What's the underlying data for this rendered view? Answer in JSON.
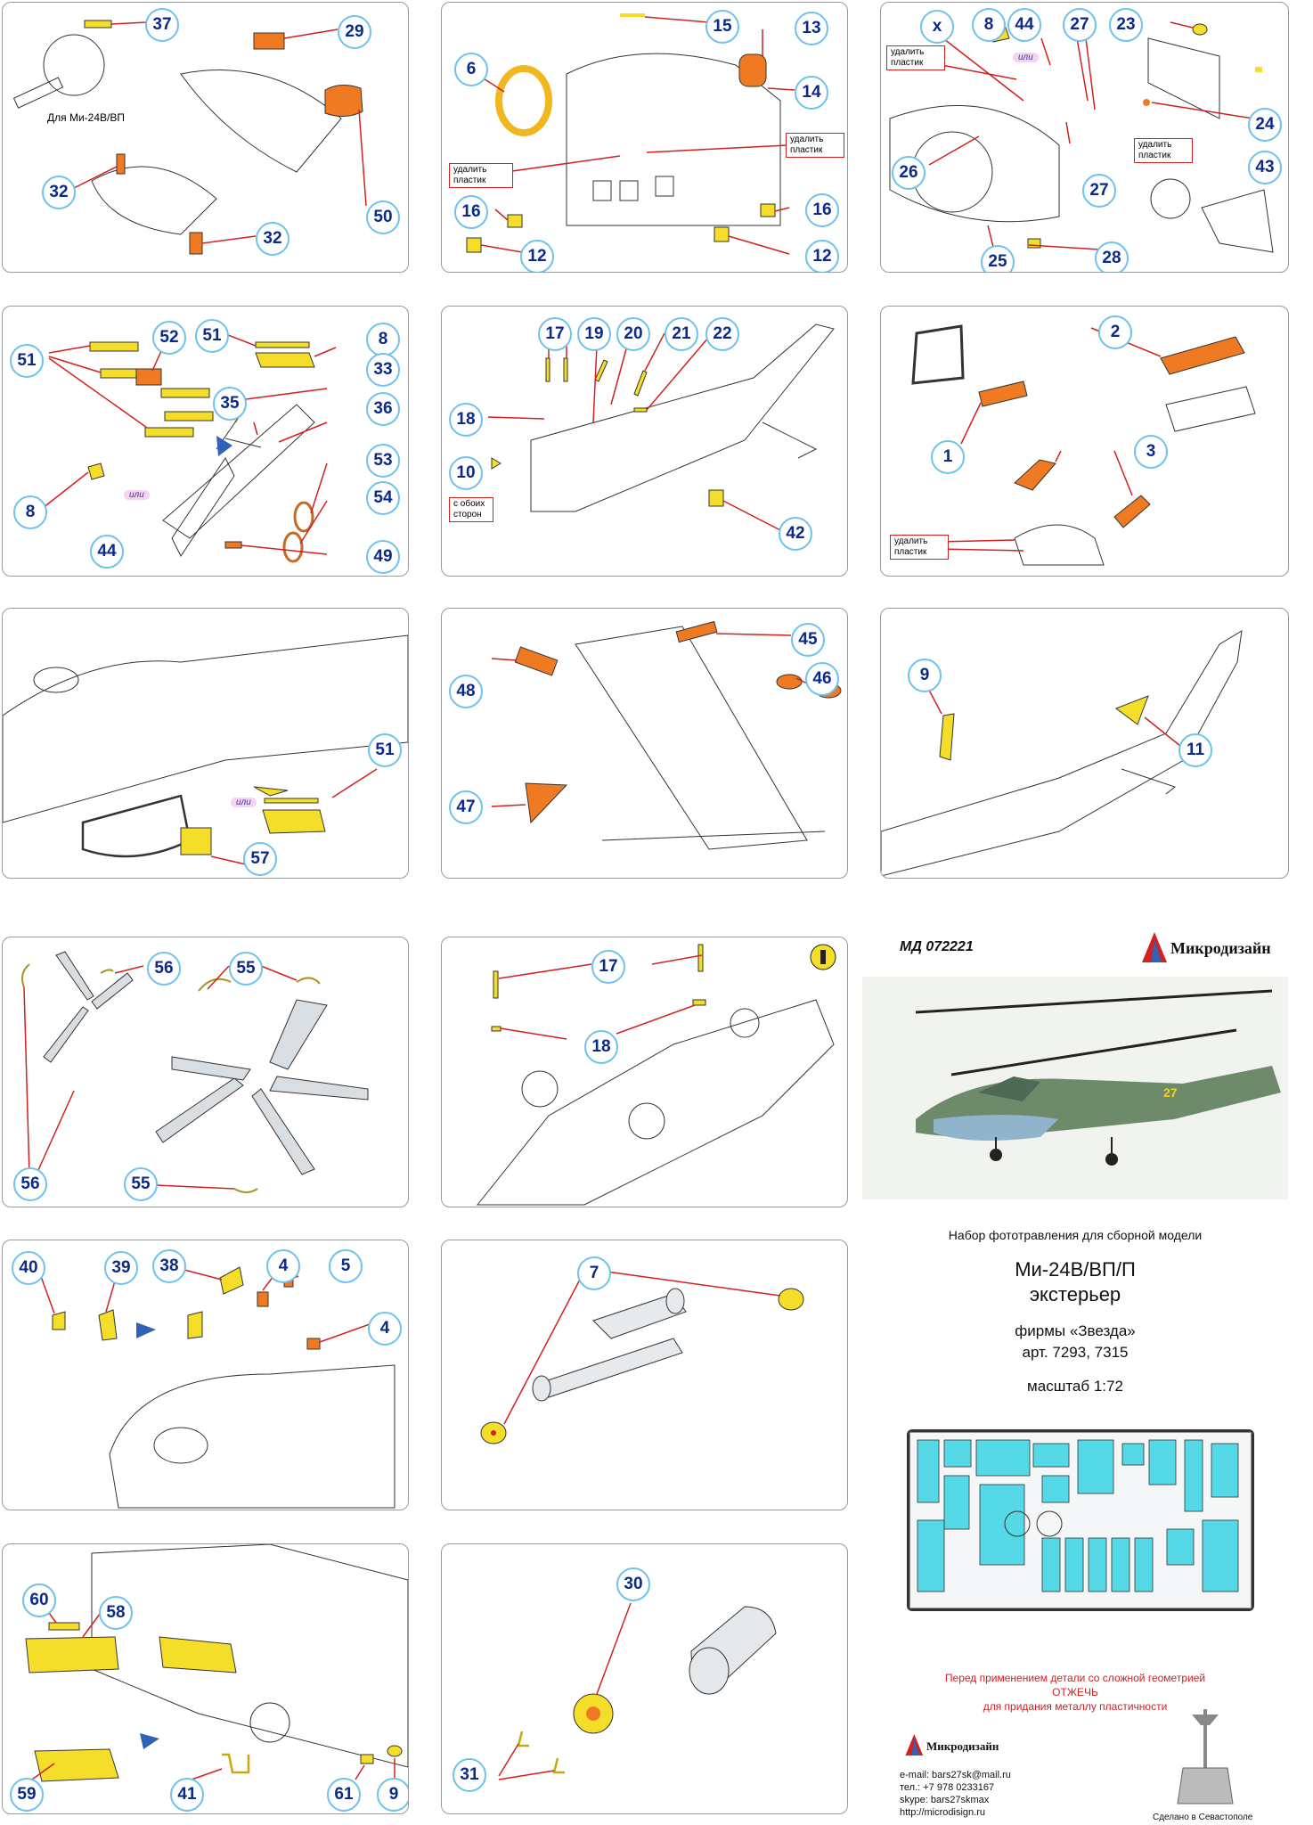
{
  "panels": {
    "p1": {
      "numbers": [
        "37",
        "29",
        "32",
        "50",
        "32"
      ],
      "caption": "Для Ми-24В/ВП"
    },
    "p2": {
      "numbers": [
        "15",
        "13",
        "6",
        "14",
        "16",
        "12",
        "16",
        "12"
      ],
      "remove": [
        "удалить пластик",
        "удалить пластик"
      ]
    },
    "p3": {
      "numbers": [
        "x",
        "8",
        "44",
        "27",
        "23",
        "24",
        "26",
        "43",
        "27",
        "25",
        "28"
      ],
      "remove": [
        "удалить пластик",
        "удалить пластик"
      ],
      "ili": "или"
    },
    "p4": {
      "numbers": [
        "51",
        "52",
        "51",
        "8",
        "33",
        "35",
        "36",
        "53",
        "54",
        "49",
        "8",
        "44"
      ],
      "ili": "или"
    },
    "p5": {
      "numbers": [
        "17",
        "19",
        "20",
        "21",
        "22",
        "18",
        "10",
        "42"
      ],
      "note": "с обоих сторон"
    },
    "p6": {
      "numbers": [
        "2",
        "1",
        "3"
      ],
      "remove": "удалить пластик"
    },
    "p7": {
      "numbers": [
        "51",
        "57"
      ],
      "ili": "или"
    },
    "p8": {
      "numbers": [
        "45",
        "48",
        "46",
        "47"
      ]
    },
    "p9": {
      "numbers": [
        "9",
        "11"
      ]
    },
    "p10": {
      "numbers": [
        "56",
        "55",
        "56",
        "55"
      ]
    },
    "p11": {
      "numbers": [
        "17",
        "18"
      ]
    },
    "p12": {
      "numbers": [
        "40",
        "39",
        "38",
        "4",
        "5",
        "4"
      ]
    },
    "p13": {
      "numbers": [
        "7"
      ]
    },
    "p14": {
      "numbers": [
        "60",
        "58",
        "59",
        "41",
        "61",
        "9"
      ]
    },
    "p15": {
      "numbers": [
        "30",
        "31"
      ]
    }
  },
  "info": {
    "code": "МД 072221",
    "brand": "Микродизайн",
    "set_title": "Набор фототравления для сборной модели",
    "model": "Ми-24В/ВП/П",
    "subtitle": "экстерьер",
    "maker": "фирмы «Звезда»",
    "article": "арт. 7293, 7315",
    "scale": "масштаб 1:72",
    "heli_number": "27",
    "warning1": "Перед применением детали со сложной геометрией",
    "warning2": "ОТЖЕЧЬ",
    "warning3": "для придания металлу пластичности",
    "email": "e-mail: bars27sk@mail.ru",
    "phone": "тел.: +7 978 0233167",
    "skype": "skype: bars27skmax",
    "web": "http://microdisign.ru",
    "made": "Сделано в Севастополе"
  },
  "colors": {
    "part_yellow": "#f5de2a",
    "part_orange": "#f07a22",
    "arrow_red": "#d32020",
    "circle_border": "#6ec3ec",
    "num_text": "#0b2a8a"
  }
}
